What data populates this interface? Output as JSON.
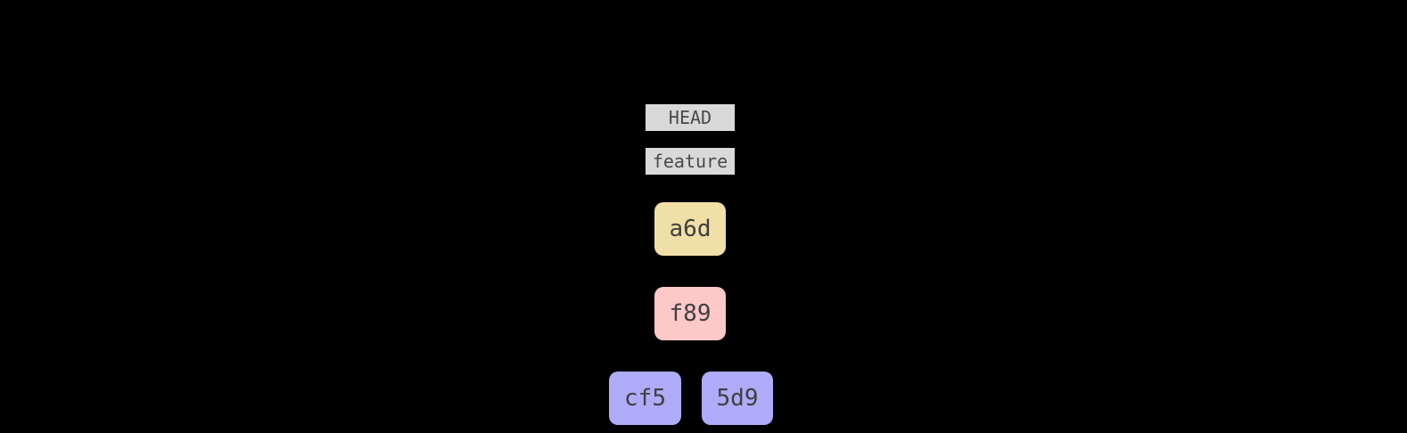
{
  "graph": {
    "background": "#000000",
    "commit_text_color": "#3f3f3f",
    "refs": [
      {
        "label": "HEAD",
        "bg": "#d9d9d9",
        "text_color": "#4a4a4a"
      },
      {
        "label": "feature",
        "bg": "#d9d9d9",
        "text_color": "#4a4a4a"
      }
    ],
    "commits": [
      {
        "id": "a6d",
        "bg": "#f0dfa6"
      },
      {
        "id": "f89",
        "bg": "#fcc8c8"
      },
      {
        "id": "cf5",
        "bg": "#aeabf8"
      },
      {
        "id": "5d9",
        "bg": "#aeabf8"
      }
    ]
  }
}
